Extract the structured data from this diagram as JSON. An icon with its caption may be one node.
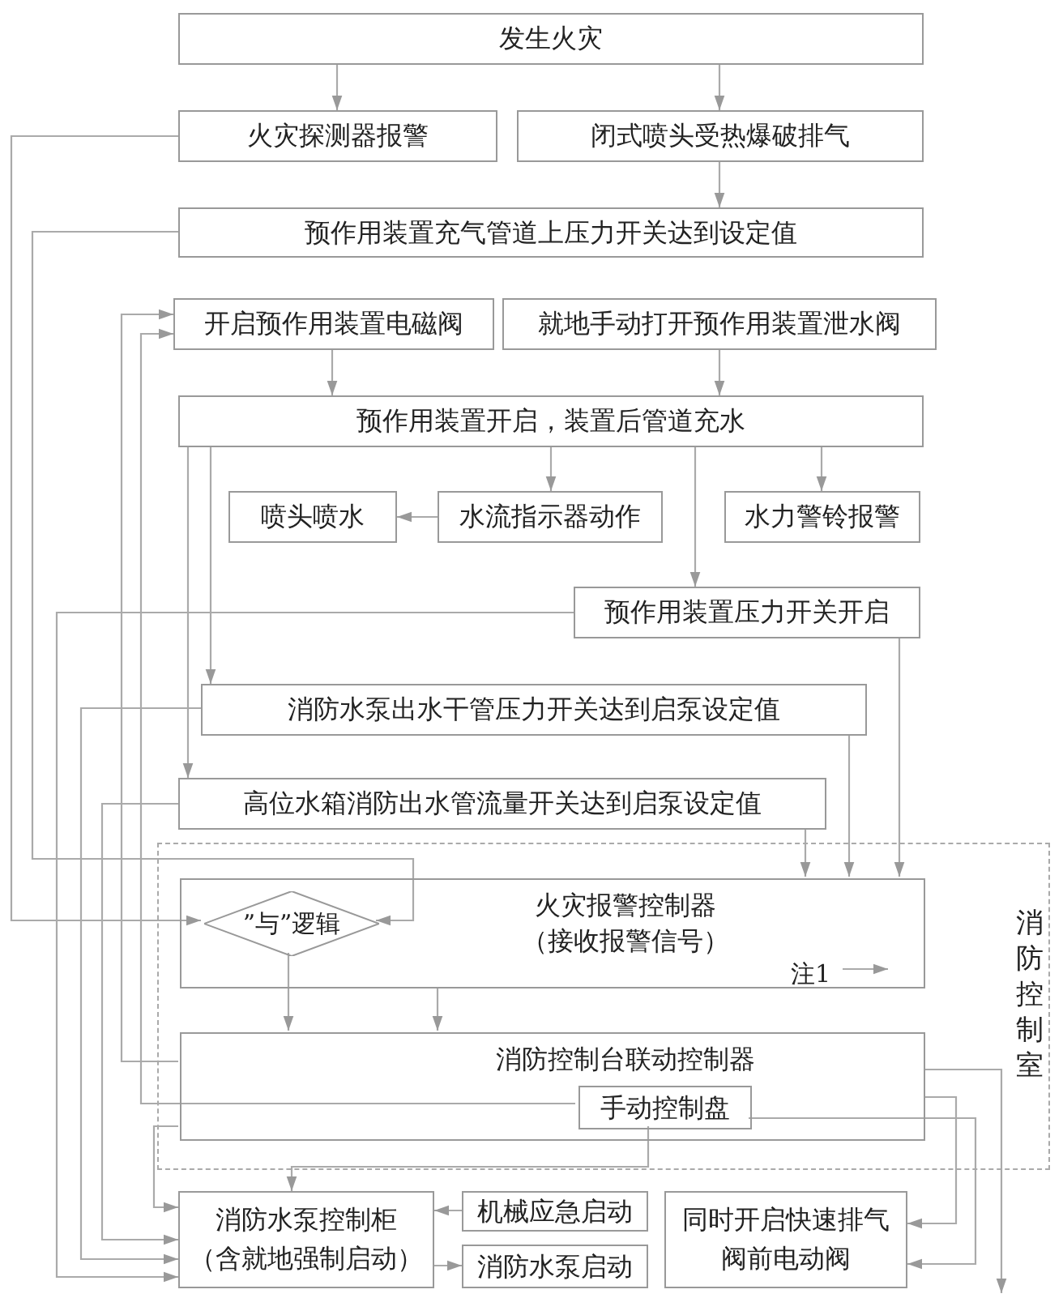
{
  "diagram": {
    "nodes": [
      {
        "text": [
          "发生火灾"
        ]
      },
      {
        "text": [
          "火灾探测器报警"
        ]
      },
      {
        "text": [
          "闭式喷头受热爆破排气"
        ]
      },
      {
        "text": [
          "预作用装置充气管道上压力开关达到设定值"
        ]
      },
      {
        "text": [
          "开启预作用装置电磁阀"
        ]
      },
      {
        "text": [
          "就地手动打开预作用装置泄水阀"
        ]
      },
      {
        "text": [
          "预作用装置开启，装置后管道充水"
        ]
      },
      {
        "text": [
          "喷头喷水"
        ]
      },
      {
        "text": [
          "水流指示器动作"
        ]
      },
      {
        "text": [
          "水力警铃报警"
        ]
      },
      {
        "text": [
          "预作用装置压力开关开启"
        ]
      },
      {
        "text": [
          "消防水泵出水干管压力开关达到启泵设定值"
        ]
      },
      {
        "text": [
          "高位水箱消防出水管流量开关达到启泵设定值"
        ]
      },
      {
        "text": [
          "消防控制室"
        ]
      },
      {
        "text": [
          "火灾报警控制器",
          "（接收报警信号）"
        ],
        "in": 13
      },
      {
        "text": [
          "”与”逻辑"
        ],
        "in": 14
      },
      {
        "text": [
          "注1"
        ],
        "in": 14
      },
      {
        "text": [
          "消防控制台联动控制器"
        ],
        "in": 13
      },
      {
        "text": [
          "手动控制盘"
        ],
        "in": 17
      },
      {
        "text": [
          "消防水泵控制柜",
          "（含就地强制启动）"
        ]
      },
      {
        "text": [
          "机械应急启动"
        ]
      },
      {
        "text": [
          "消防水泵启动"
        ]
      },
      {
        "text": [
          "同时开启快速排气阀前电动阀"
        ]
      }
    ],
    "edges": [
      {
        "from": 0,
        "to": 1,
        "arrow": "to"
      },
      {
        "from": 0,
        "to": 2,
        "arrow": "to"
      },
      {
        "from": 2,
        "to": 3,
        "arrow": "to"
      },
      {
        "from": 4,
        "to": 6,
        "arrow": "to"
      },
      {
        "from": 5,
        "to": 6,
        "arrow": "to"
      },
      {
        "from": 6,
        "to": 8,
        "arrow": "to"
      },
      {
        "from": 8,
        "to": 7,
        "arrow": "to"
      },
      {
        "from": 6,
        "to": 9,
        "arrow": "to"
      },
      {
        "from": 6,
        "to": 10,
        "arrow": "to"
      },
      {
        "from": 6,
        "to": 11,
        "arrow": "to"
      },
      {
        "from": 6,
        "to": 12,
        "arrow": "to"
      },
      {
        "from": 1,
        "to": 15,
        "arrow": "to"
      },
      {
        "from": 3,
        "to": 15,
        "arrow": "to"
      },
      {
        "from": 10,
        "to": 19,
        "arrow": "to"
      },
      {
        "from": 11,
        "to": 19,
        "arrow": "to"
      },
      {
        "from": 12,
        "to": 19,
        "arrow": "to"
      },
      {
        "from": 10,
        "to": 14,
        "arrow": "to"
      },
      {
        "from": 11,
        "to": 14,
        "arrow": "to"
      },
      {
        "from": 12,
        "to": 14,
        "arrow": "to"
      },
      {
        "from": 15,
        "to": 17,
        "arrow": "to"
      },
      {
        "from": 14,
        "to": 17,
        "arrow": "to"
      },
      {
        "from": 17,
        "to": 4,
        "arrow": "to"
      },
      {
        "from": 18,
        "to": 4,
        "arrow": "to"
      },
      {
        "from": 17,
        "to": 19,
        "arrow": "to"
      },
      {
        "from": 18,
        "to": 19,
        "arrow": "to"
      },
      {
        "from": 20,
        "to": 19,
        "arrow": "to"
      },
      {
        "from": 19,
        "to": 21,
        "arrow": "to"
      },
      {
        "from": 17,
        "to": 22,
        "arrow": "to"
      },
      {
        "from": 18,
        "to": 22,
        "arrow": "to"
      },
      {
        "from": 17,
        "to": null,
        "arrow": "to"
      },
      {
        "from": 16,
        "to": null,
        "arrow": "to"
      }
    ]
  }
}
